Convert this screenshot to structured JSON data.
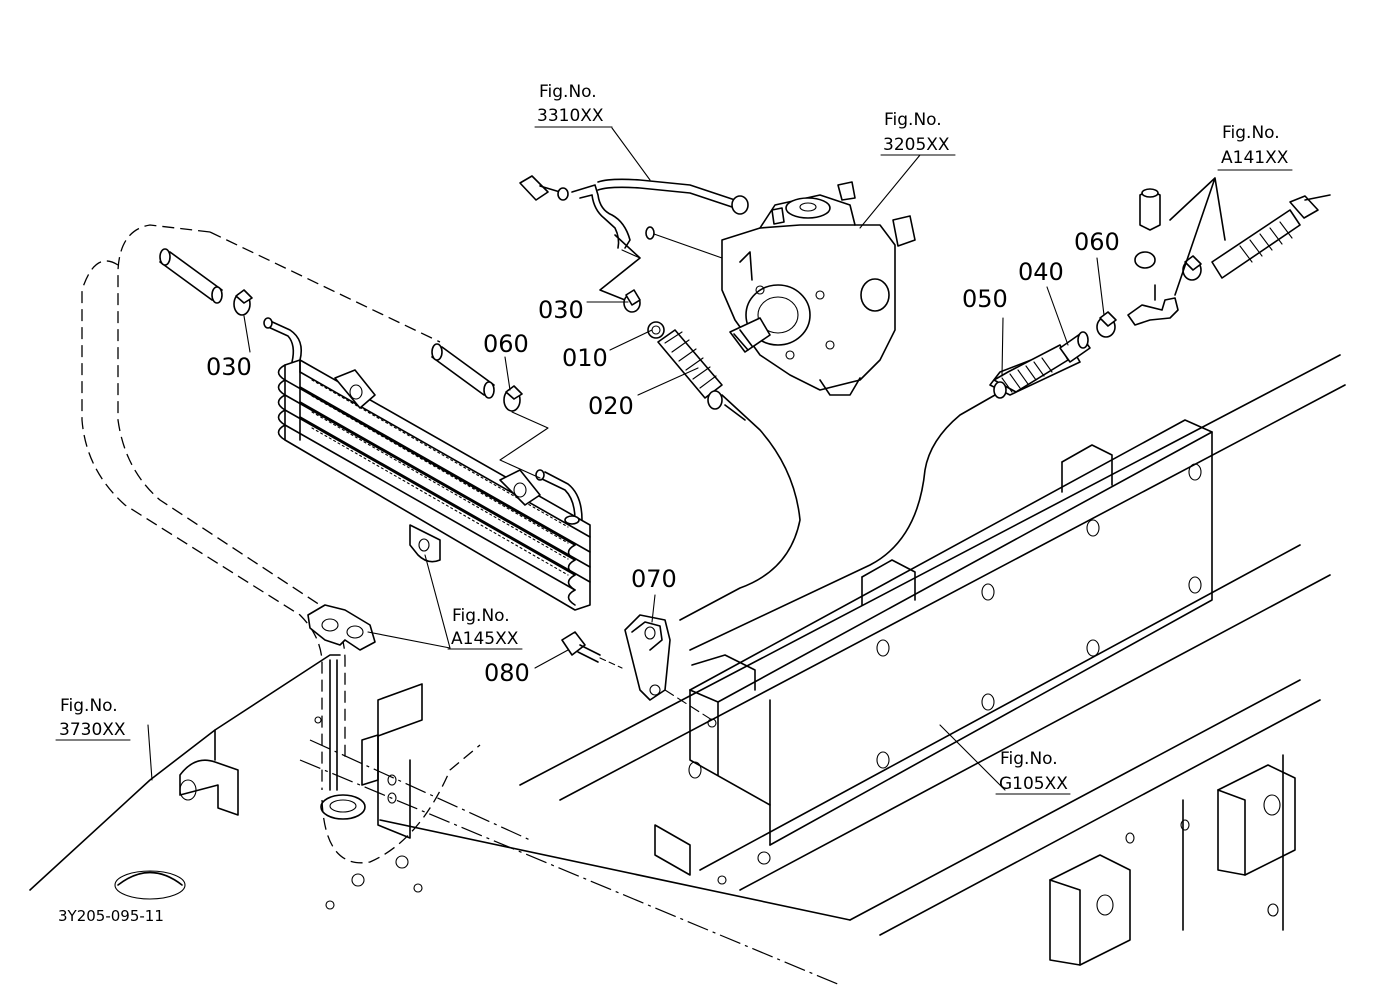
{
  "diagram_code": "3Y205-095-11",
  "part_labels": {
    "p010": "010",
    "p020": "020",
    "p030_left": "030",
    "p030_mid": "030",
    "p040": "040",
    "p050": "050",
    "p060_left": "060",
    "p060_right": "060",
    "p070": "070",
    "p080": "080"
  },
  "fig_refs": {
    "fig_3310": {
      "title": "Fig.No.",
      "number": "3310XX"
    },
    "fig_3205": {
      "title": "Fig.No.",
      "number": "3205XX"
    },
    "fig_a141": {
      "title": "Fig.No.",
      "number": "A141XX"
    },
    "fig_a145": {
      "title": "Fig.No.",
      "number": "A145XX"
    },
    "fig_3730": {
      "title": "Fig.No.",
      "number": "3730XX"
    },
    "fig_g105": {
      "title": "Fig.No.",
      "number": "G105XX"
    }
  }
}
